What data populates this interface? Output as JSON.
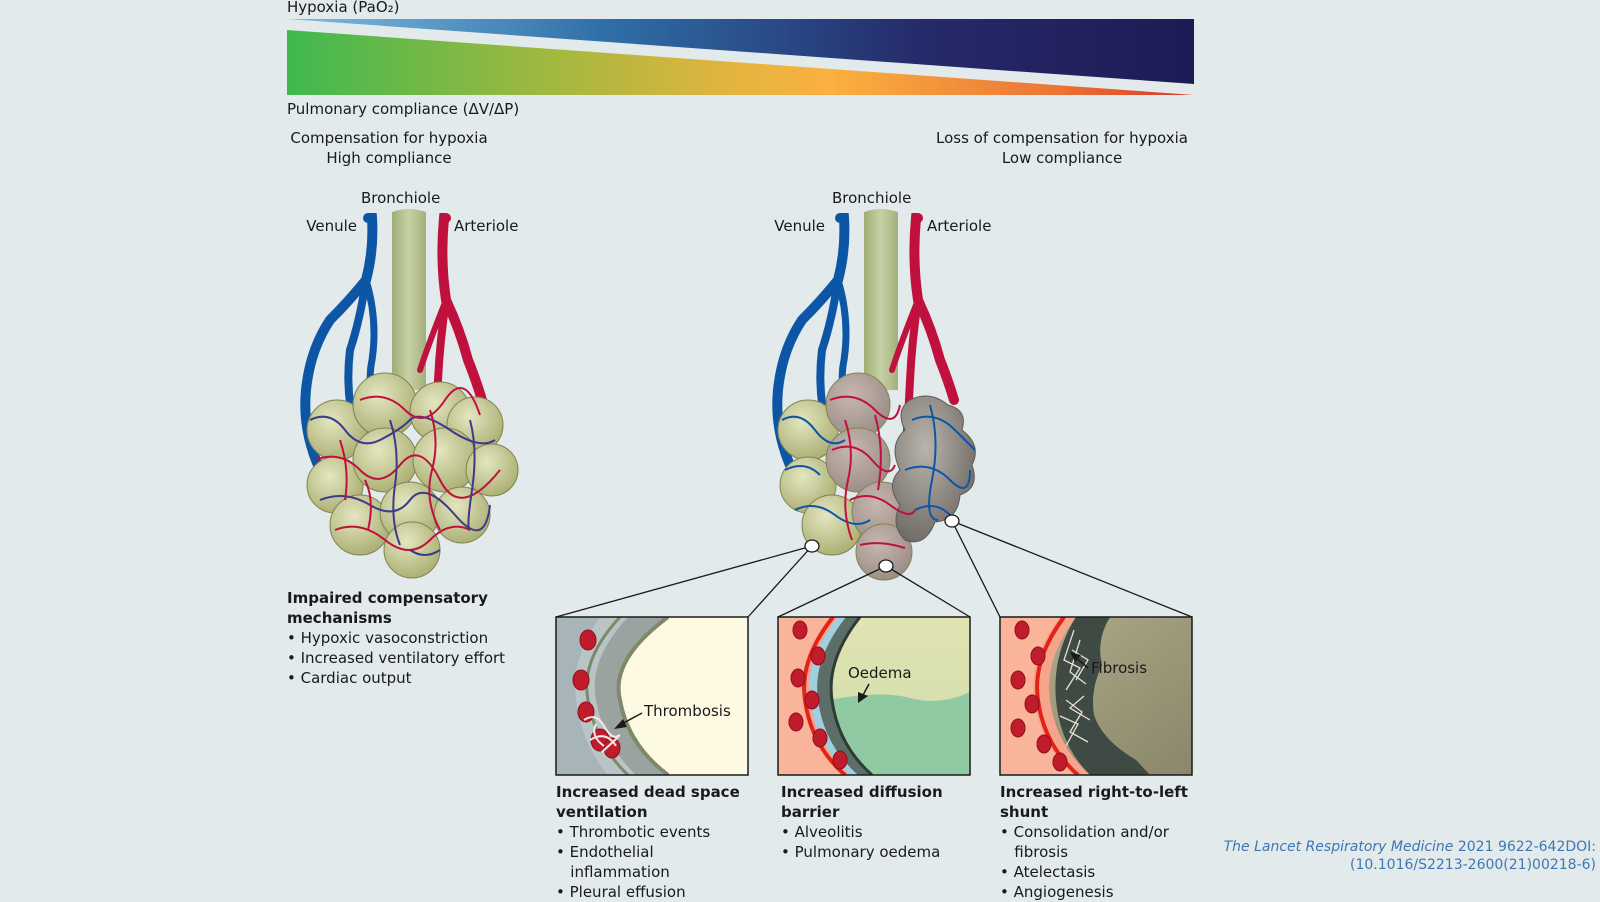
{
  "gradient": {
    "top_label": "Hypoxia (PaO₂)",
    "bottom_label": "Pulmonary compliance (ΔV/ΔP)",
    "top_colors": [
      "#5fa6d8",
      "#1e1b55"
    ],
    "bottom_colors": [
      "#3fb94f",
      "#fbb040",
      "#d9362b"
    ]
  },
  "left_panel": {
    "heading_line1": "Compensation for hypoxia",
    "heading_line2": "High compliance",
    "bronchiole": "Bronchiole",
    "venule": "Venule",
    "arteriole": "Arteriole",
    "list_title_line1": "Impaired compensatory",
    "list_title_line2": "mechanisms",
    "items": [
      "• Hypoxic vasoconstriction",
      "• Increased ventilatory effort",
      "• Cardiac output"
    ]
  },
  "right_panel": {
    "heading_line1": "Loss of compensation for hypoxia",
    "heading_line2": "Low compliance",
    "bronchiole": "Bronchiole",
    "venule": "Venule",
    "arteriole": "Arteriole"
  },
  "insets": [
    {
      "label": "Thrombosis",
      "title_line1": "Increased dead space",
      "title_line2": "ventilation",
      "items": [
        "• Thrombotic events",
        "• Endothelial",
        "   inflammation",
        "• Pleural effusion"
      ]
    },
    {
      "label": "Oedema",
      "title_line1": "Increased diffusion",
      "title_line2": "barrier",
      "items": [
        "• Alveolitis",
        "• Pulmonary oedema"
      ]
    },
    {
      "label": "Fibrosis",
      "title_line1": "Increased right-to-left",
      "title_line2": "shunt",
      "items": [
        "• Consolidation and/or",
        "   fibrosis",
        "• Atelectasis",
        "• Angiogenesis"
      ]
    }
  ],
  "citation": {
    "journal": "The Lancet Respiratory Medicine",
    "rest_line1": " 2021 9622-642DOI:",
    "line2": "(10.1016/S2213-2600(21)00218-6)"
  },
  "colors": {
    "vein": "#0d56a6",
    "artery": "#c0103d",
    "bronchiole": "#b6c293",
    "alveolus": "#c9cc9a",
    "fibrotic": "#8f8b84",
    "background": "#e2eaec"
  }
}
